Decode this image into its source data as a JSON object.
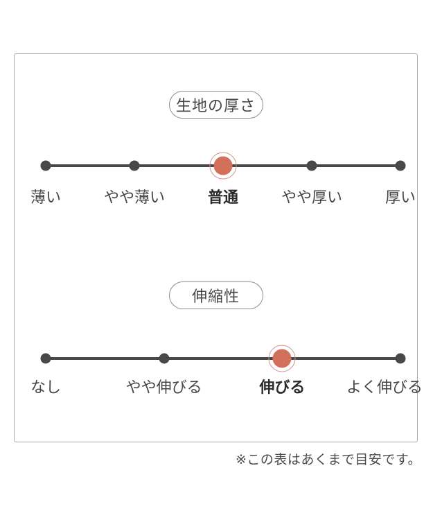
{
  "scales": [
    {
      "title": "生地の厚さ",
      "selected_index": 2,
      "selected_label": "普通",
      "points": [
        {
          "label": "薄い"
        },
        {
          "label": "やや薄い"
        },
        {
          "label": "普通"
        },
        {
          "label": "やや厚い"
        },
        {
          "label": "厚い"
        }
      ]
    },
    {
      "title": "伸縮性",
      "selected_index": 2,
      "selected_label": "伸びる",
      "points": [
        {
          "label": "なし"
        },
        {
          "label": "やや伸びる"
        },
        {
          "label": "伸びる"
        },
        {
          "label": "よく伸びる"
        }
      ]
    }
  ],
  "footer": {
    "note": "※この表はあくまで目安です。"
  },
  "colors": {
    "accent": "#d3705b",
    "accent_ring": "#d49384",
    "track": "#48484a",
    "box_border": "#ababab",
    "text": "#454545"
  }
}
